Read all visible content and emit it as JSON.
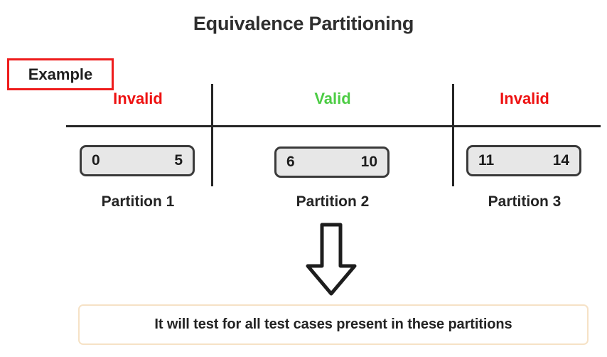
{
  "title": "Equivalence Partitioning",
  "badge": {
    "label": "Example"
  },
  "colors": {
    "invalid": "#ee1111",
    "valid": "#4ccc44",
    "badge_border": "#ee1c1c",
    "box_border": "#3a3a3a",
    "box_fill": "#e7e7e7",
    "line": "#262626",
    "callout_border": "#f6e2c6",
    "text": "#232323"
  },
  "diagram": {
    "partitions": [
      {
        "validity": "Invalid",
        "validity_state": "invalid",
        "min": "0",
        "max": "5",
        "label": "Partition 1"
      },
      {
        "validity": "Valid",
        "validity_state": "valid",
        "min": "6",
        "max": "10",
        "label": "Partition 2"
      },
      {
        "validity": "Invalid",
        "validity_state": "invalid",
        "min": "11",
        "max": "14",
        "label": "Partition 3"
      }
    ]
  },
  "arrow": {
    "icon": "arrow-down-icon"
  },
  "callout": {
    "text": "It will test for all test cases present in these partitions"
  }
}
